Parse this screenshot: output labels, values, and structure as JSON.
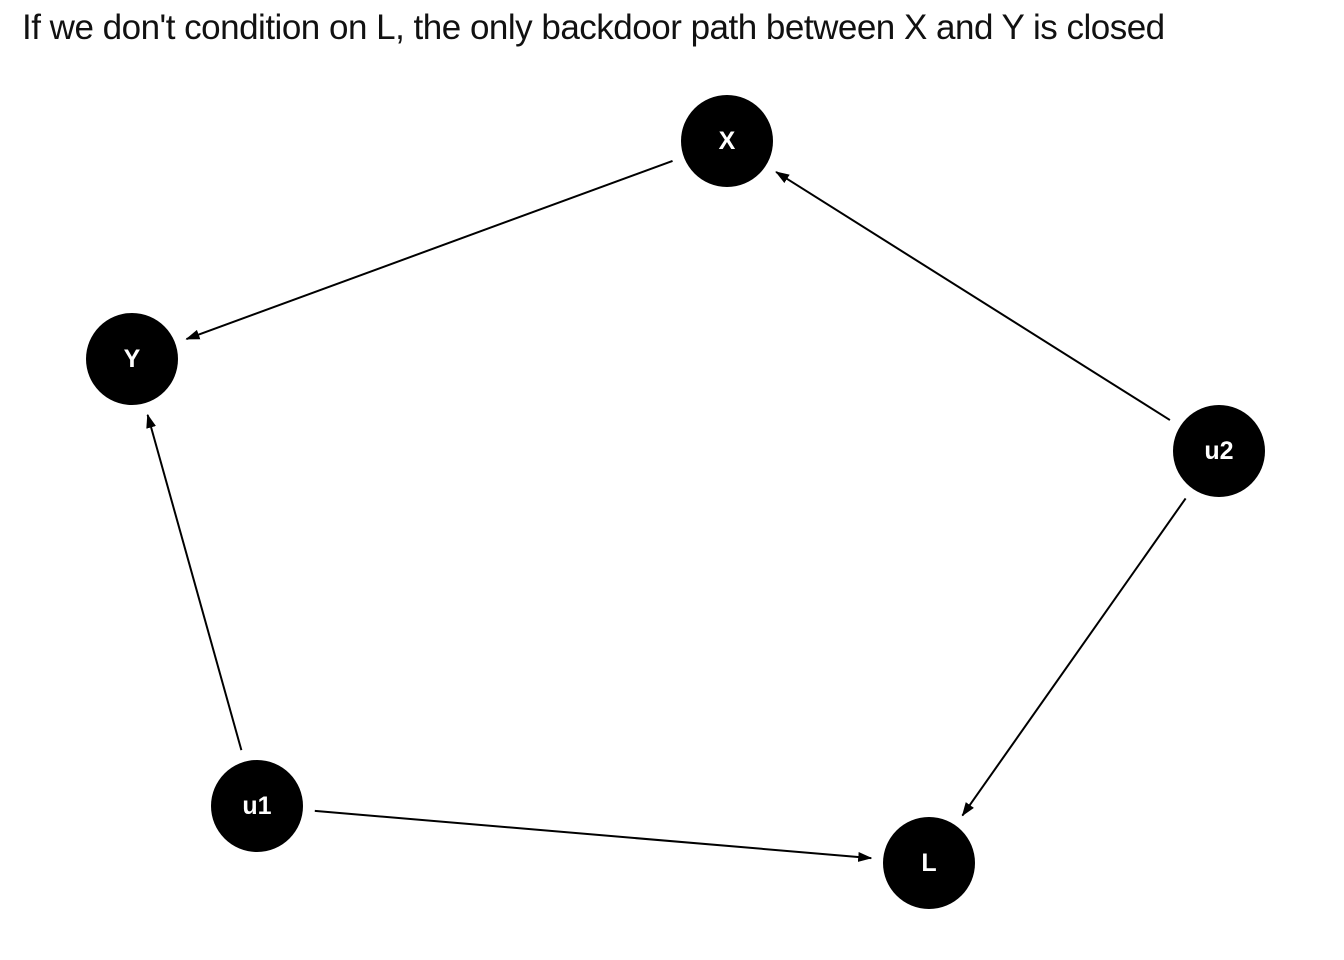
{
  "title": "If we don't condition on L, the only backdoor path between X and Y is closed",
  "colors": {
    "node_fill": "#000000",
    "node_text": "#ffffff",
    "edge": "#000000",
    "background": "#ffffff"
  },
  "nodes": [
    {
      "id": "X",
      "label": "X"
    },
    {
      "id": "Y",
      "label": "Y"
    },
    {
      "id": "u2",
      "label": "u2"
    },
    {
      "id": "u1",
      "label": "u1"
    },
    {
      "id": "L",
      "label": "L"
    }
  ],
  "edges": [
    {
      "from": "X",
      "to": "Y"
    },
    {
      "from": "u2",
      "to": "X"
    },
    {
      "from": "u2",
      "to": "L"
    },
    {
      "from": "u1",
      "to": "Y"
    },
    {
      "from": "u1",
      "to": "L"
    }
  ]
}
